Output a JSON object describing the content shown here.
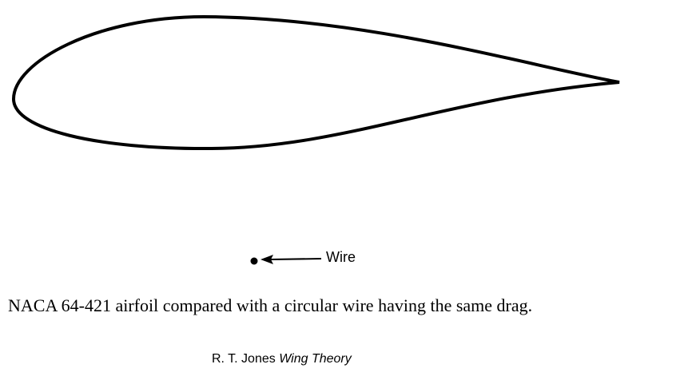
{
  "figure": {
    "airfoil_name": "NACA 64-421",
    "wire_label": "Wire",
    "caption": "NACA 64-421 airfoil compared with a circular wire having the same drag.",
    "credit_author": "R. T. Jones",
    "credit_title": "Wing Theory",
    "stroke_color": "#000000"
  }
}
